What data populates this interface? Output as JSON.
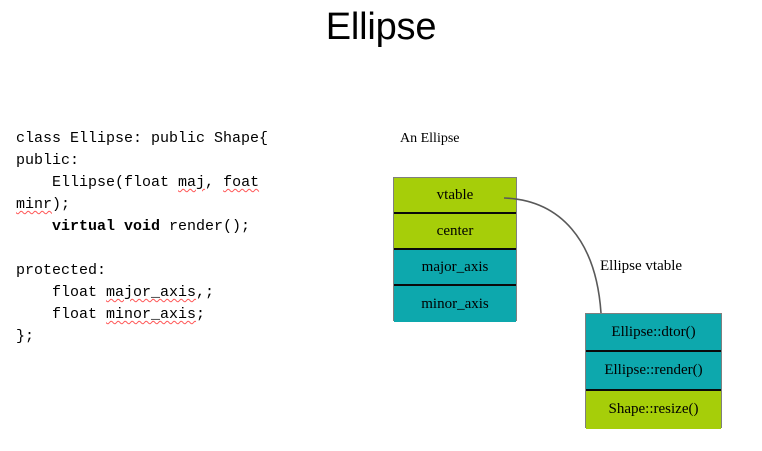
{
  "slide": {
    "title": "Ellipse"
  },
  "code": {
    "language": "C++",
    "lines": [
      {
        "segments": [
          {
            "text": "class Ellipse: public Shape{",
            "bold": false,
            "spell": false
          }
        ]
      },
      {
        "segments": [
          {
            "text": "public:",
            "bold": false,
            "spell": false
          }
        ]
      },
      {
        "segments": [
          {
            "text": "    Ellipse(float ",
            "bold": false,
            "spell": false
          },
          {
            "text": "maj",
            "bold": false,
            "spell": true
          },
          {
            "text": ", ",
            "bold": false,
            "spell": false
          },
          {
            "text": "foat",
            "bold": false,
            "spell": true
          },
          {
            "text": " ",
            "bold": false,
            "spell": false
          }
        ]
      },
      {
        "segments": [
          {
            "text": "minr",
            "bold": false,
            "spell": true
          },
          {
            "text": ");",
            "bold": false,
            "spell": false
          }
        ]
      },
      {
        "segments": [
          {
            "text": "    ",
            "bold": false,
            "spell": false
          },
          {
            "text": "virtual void",
            "bold": true,
            "spell": false
          },
          {
            "text": " render();",
            "bold": false,
            "spell": false
          }
        ]
      },
      {
        "segments": [
          {
            "text": "",
            "bold": false,
            "spell": false
          }
        ]
      },
      {
        "segments": [
          {
            "text": "protected:",
            "bold": false,
            "spell": false
          }
        ]
      },
      {
        "segments": [
          {
            "text": "    float ",
            "bold": false,
            "spell": false
          },
          {
            "text": "major_axis",
            "bold": false,
            "spell": true
          },
          {
            "text": ",;",
            "bold": false,
            "spell": false
          }
        ]
      },
      {
        "segments": [
          {
            "text": "    float ",
            "bold": false,
            "spell": false
          },
          {
            "text": "minor_axis",
            "bold": false,
            "spell": true
          },
          {
            "text": ";",
            "bold": false,
            "spell": false
          }
        ]
      },
      {
        "segments": [
          {
            "text": "};",
            "bold": false,
            "spell": false
          }
        ]
      }
    ]
  },
  "object_layout": {
    "caption": "An Ellipse",
    "rows": [
      {
        "label": "vtable",
        "color_name": "green",
        "color": "#a6ce09"
      },
      {
        "label": "center",
        "color_name": "green",
        "color": "#a6ce09"
      },
      {
        "label": "major_axis",
        "color_name": "teal",
        "color": "#0da8ad"
      },
      {
        "label": "minor_axis",
        "color_name": "teal",
        "color": "#0da8ad"
      }
    ]
  },
  "vtable_layout": {
    "caption": "Ellipse vtable",
    "rows": [
      {
        "label": "Ellipse::dtor()",
        "color_name": "teal",
        "color": "#0da8ad"
      },
      {
        "label": "Ellipse::render()",
        "color_name": "teal",
        "color": "#0da8ad"
      },
      {
        "label": "Shape::resize()",
        "color_name": "green",
        "color": "#a6ce09"
      }
    ]
  },
  "connector": {
    "from": "vtable",
    "to": "Ellipse vtable",
    "stroke": "#595959"
  },
  "colors": {
    "green": "#a6ce09",
    "teal": "#0da8ad",
    "box_border": "#0a0a0a",
    "spellcheck_underline": "#ff5555",
    "text": "#000000",
    "background": "#ffffff"
  }
}
